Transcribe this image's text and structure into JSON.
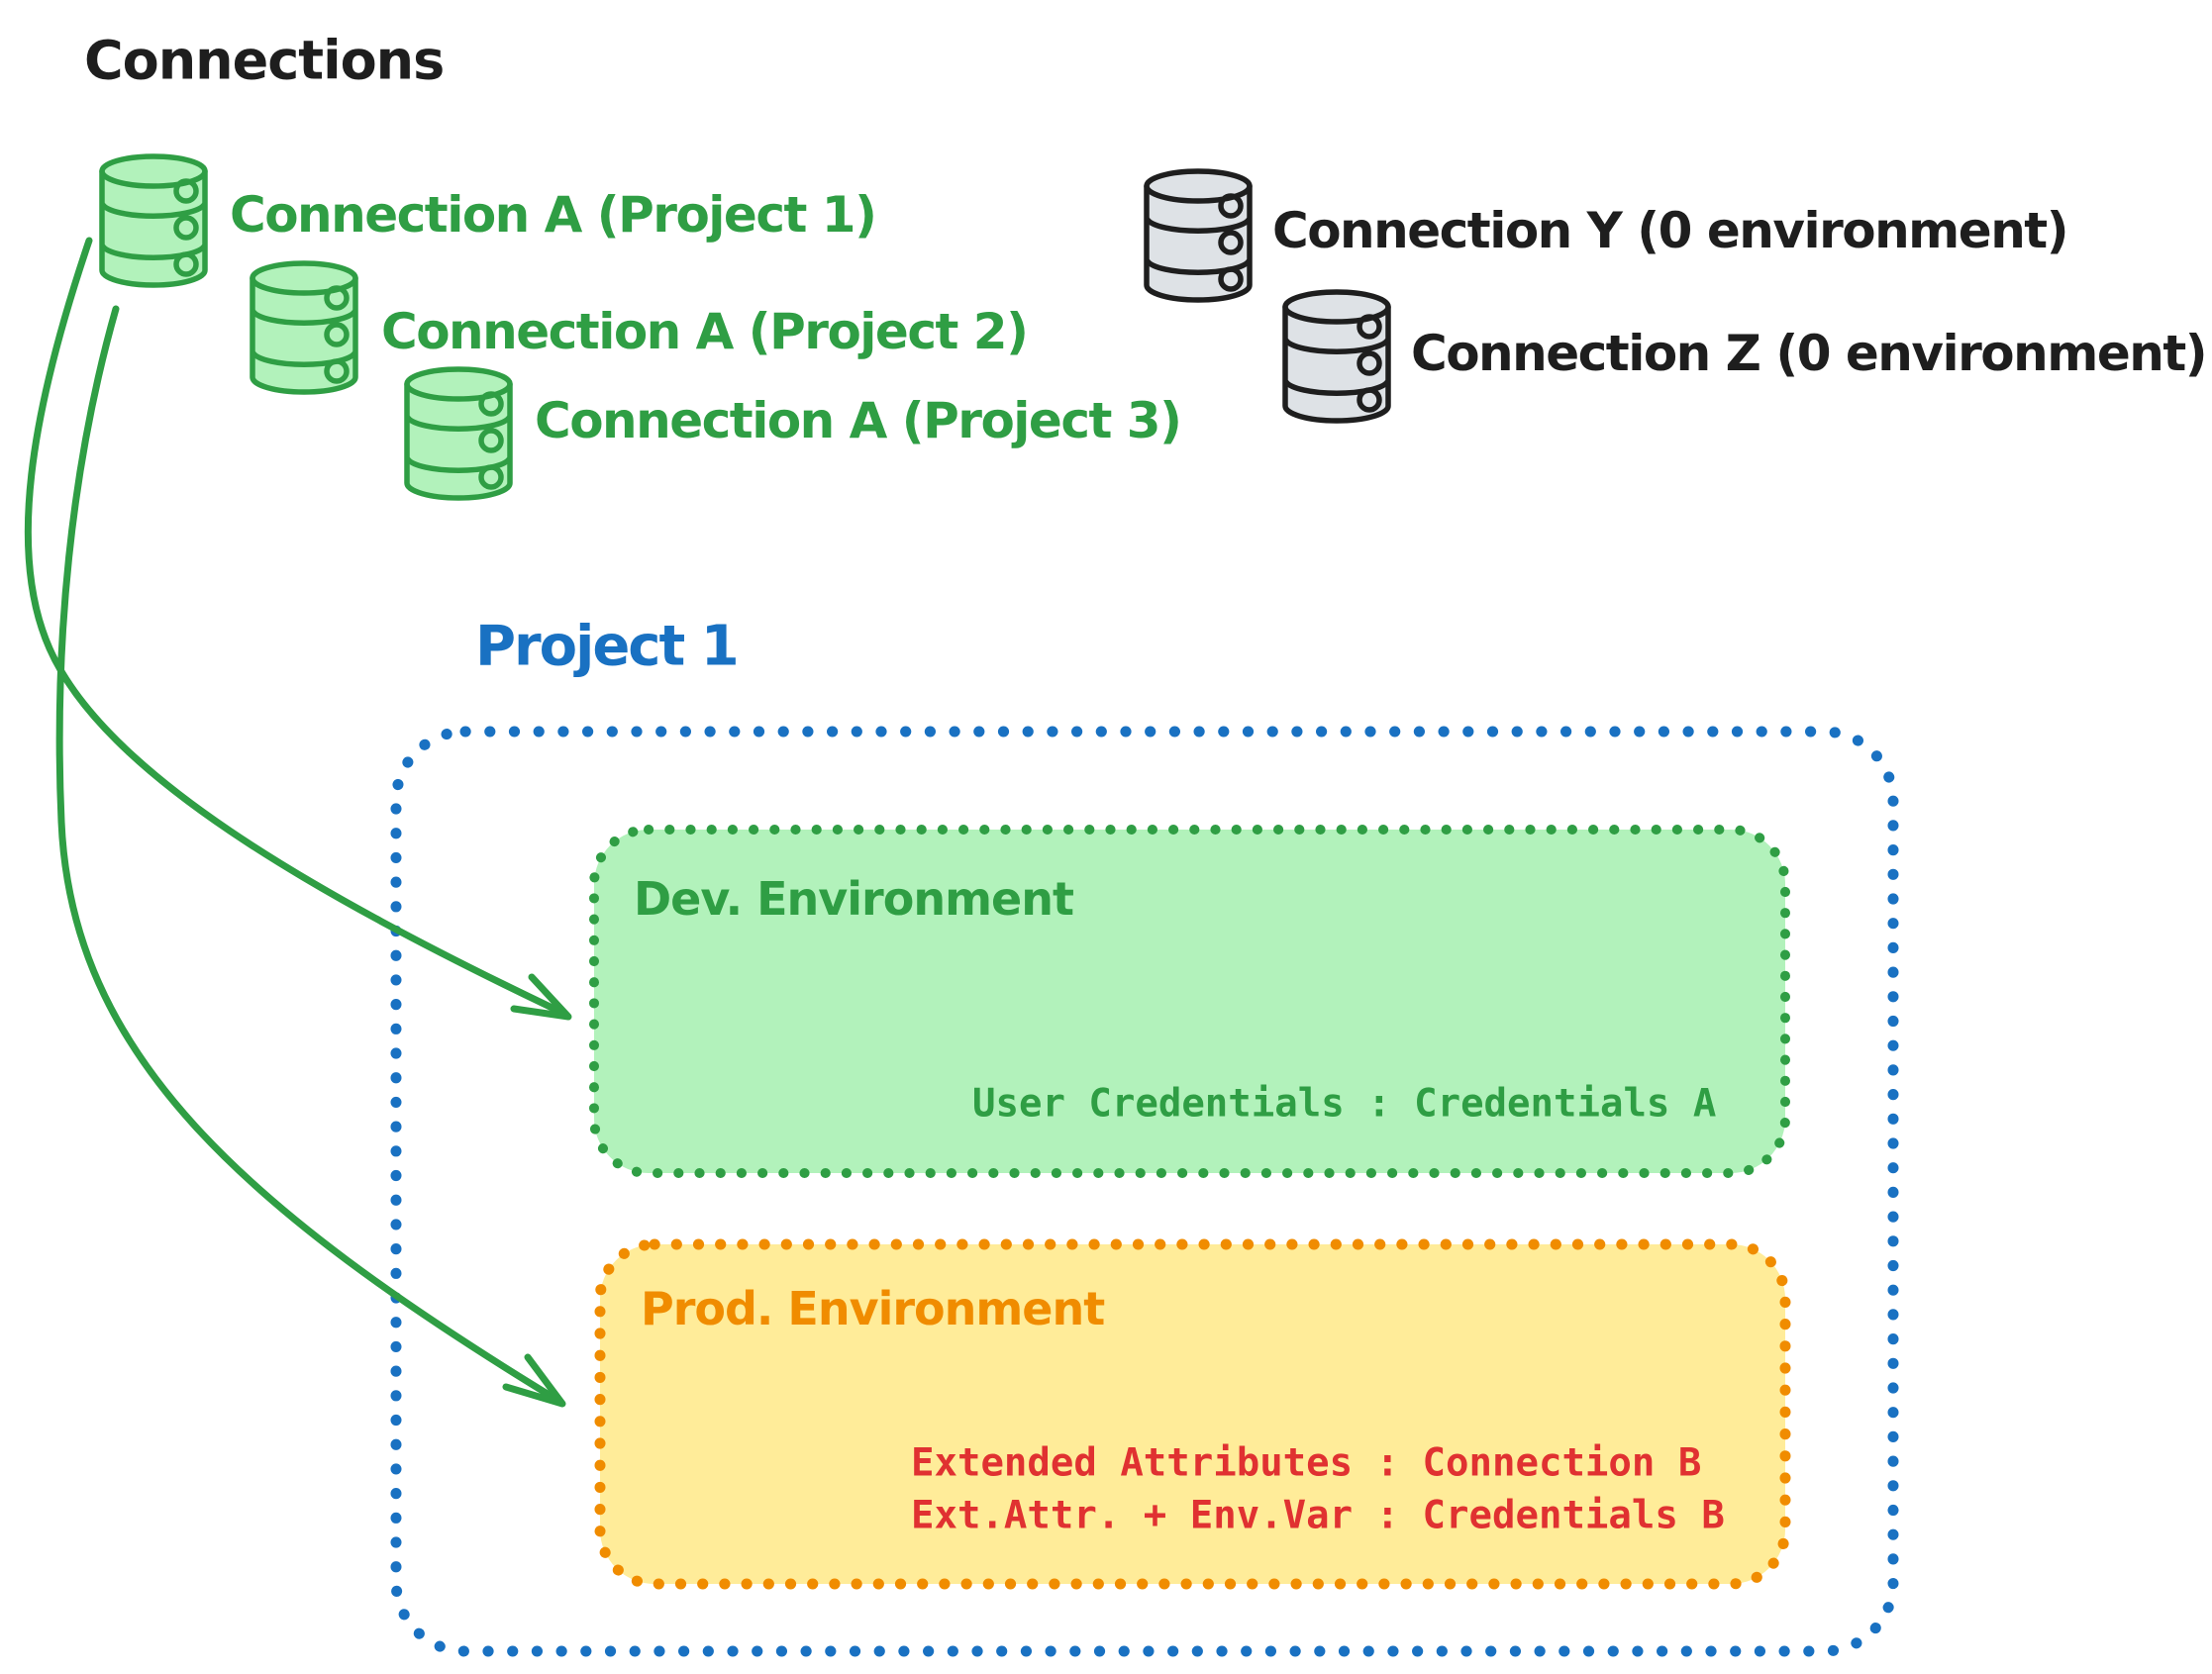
{
  "colors": {
    "ink": "#1e1e1e",
    "green": "#2f9e44",
    "green-fill": "#b2f2bb",
    "blue": "#1971c2",
    "orange": "#f08c00",
    "yellow-fill": "#ffec99",
    "red": "#e03131",
    "gray-stroke": "#1e1e1e",
    "gray-fill": "#dee2e6",
    "bg": "#ffffff"
  },
  "title": "Connections",
  "connections": {
    "project_a": [
      {
        "icon": "database-icon",
        "label": "Connection A (Project 1)"
      },
      {
        "icon": "database-icon",
        "label": "Connection A (Project 2)"
      },
      {
        "icon": "database-icon",
        "label": "Connection A (Project 3)"
      }
    ],
    "unassigned": [
      {
        "icon": "database-icon",
        "label": "Connection Y (0 environment)"
      },
      {
        "icon": "database-icon",
        "label": "Connection Z (0 environment)"
      }
    ]
  },
  "project": {
    "title": "Project 1",
    "environments": [
      {
        "name": "Dev. Environment",
        "details": [
          "User Credentials : Credentials A"
        ]
      },
      {
        "name": "Prod. Environment",
        "details": [
          "Extended Attributes : Connection B",
          "Ext.Attr. + Env.Var : Credentials B"
        ]
      }
    ]
  },
  "arrows": [
    {
      "from": "Connection A (Project 1)",
      "to": "Dev. Environment"
    },
    {
      "from": "Connection A (Project 1)",
      "to": "Prod. Environment"
    }
  ]
}
